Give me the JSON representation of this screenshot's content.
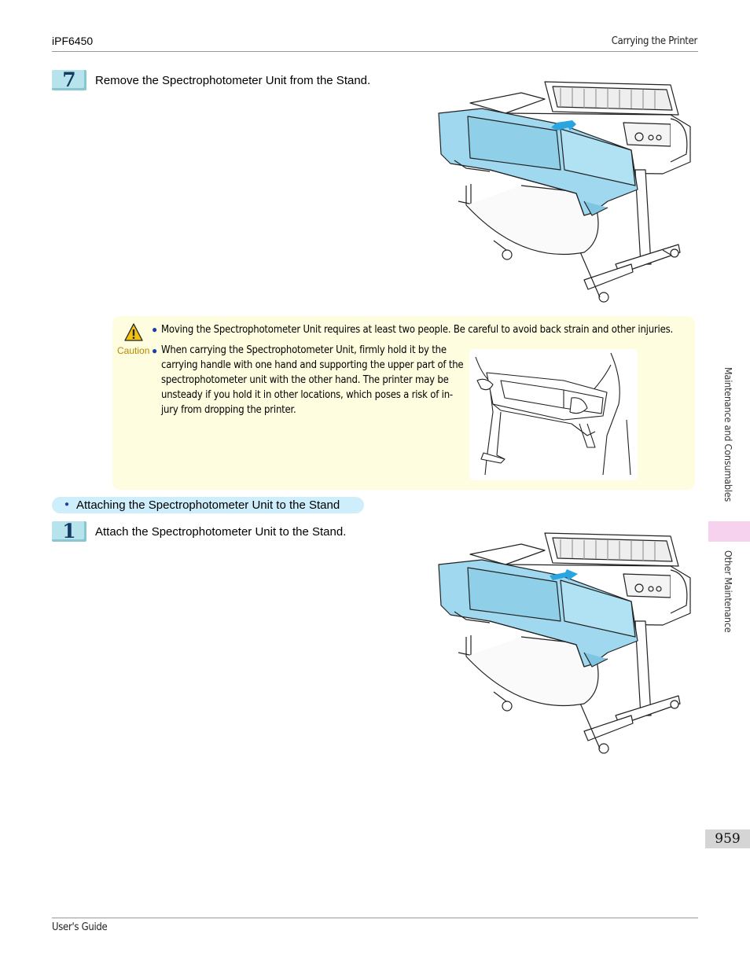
{
  "header": {
    "model": "iPF6450",
    "section": "Carrying the Printer"
  },
  "steps": [
    {
      "number": "7",
      "text": "Remove the Spectrophotometer Unit from the Stand."
    },
    {
      "number": "1",
      "text": "Attach the Spectrophotometer Unit to the Stand."
    }
  ],
  "caution": {
    "label": "Caution",
    "bullets": [
      "Moving the Spectrophotometer Unit requires at least two people. Be careful to avoid back strain and other injuries.",
      [
        "When carrying the Spectrophotometer Unit, firmly hold it by the",
        "carrying handle with one hand and supporting the upper part of the",
        "spectrophotometer unit with the other hand. The printer may be",
        "unsteady if you hold it in other locations, which poses a risk of in-",
        "jury from dropping the printer."
      ]
    ]
  },
  "section_heading": "Attaching the Spectrophotometer Unit to the Stand",
  "side_tabs": {
    "chapter": "Maintenance and Consumables",
    "section": "Other Maintenance"
  },
  "page_number": "959",
  "footer": {
    "title": "User's Guide"
  },
  "colors": {
    "unit_blue": "#9fd8ef",
    "caution_bg": "#fefde0",
    "arrow": "#2aa5e0"
  }
}
